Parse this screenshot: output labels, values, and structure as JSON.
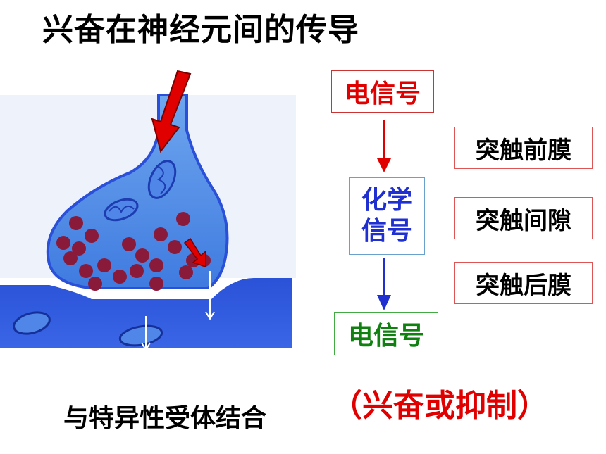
{
  "title": "兴奋在神经元间的传导",
  "flow": {
    "top_label": "电信号",
    "middle_label_line1": "化学",
    "middle_label_line2": "信号",
    "bottom_label": "电信号"
  },
  "side_labels": [
    "突触前膜",
    "突触间隙",
    "突触后膜"
  ],
  "caption": "与特异性受体结合",
  "result": "（兴奋或抑制）",
  "colors": {
    "electric_top": "#e00000",
    "chemical": "#1f2fd0",
    "electric_bottom": "#108010",
    "arrow_red": "#e00000",
    "arrow_blue": "#1f2fd0",
    "membrane_blue": "#2a4fd8",
    "vesicle": "#8a1a3a"
  }
}
